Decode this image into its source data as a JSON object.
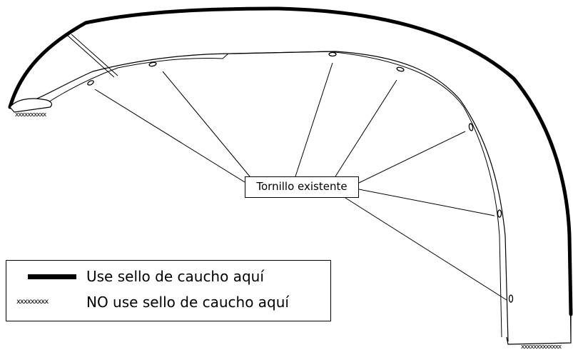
{
  "callout": {
    "label": "Tornillo existente"
  },
  "legend": {
    "items": [
      {
        "swatch": "solid-bar",
        "label": "Use sello de caucho aquí"
      },
      {
        "swatch": "xxxxxxxxx",
        "label": "NO use sello de caucho aquí"
      }
    ]
  },
  "edge_marks": {
    "left_end": "xxxxxxxxxx",
    "right_end": "xxxxxxxxxxxxx"
  },
  "colors": {
    "ink": "#000000",
    "background": "#ffffff"
  }
}
